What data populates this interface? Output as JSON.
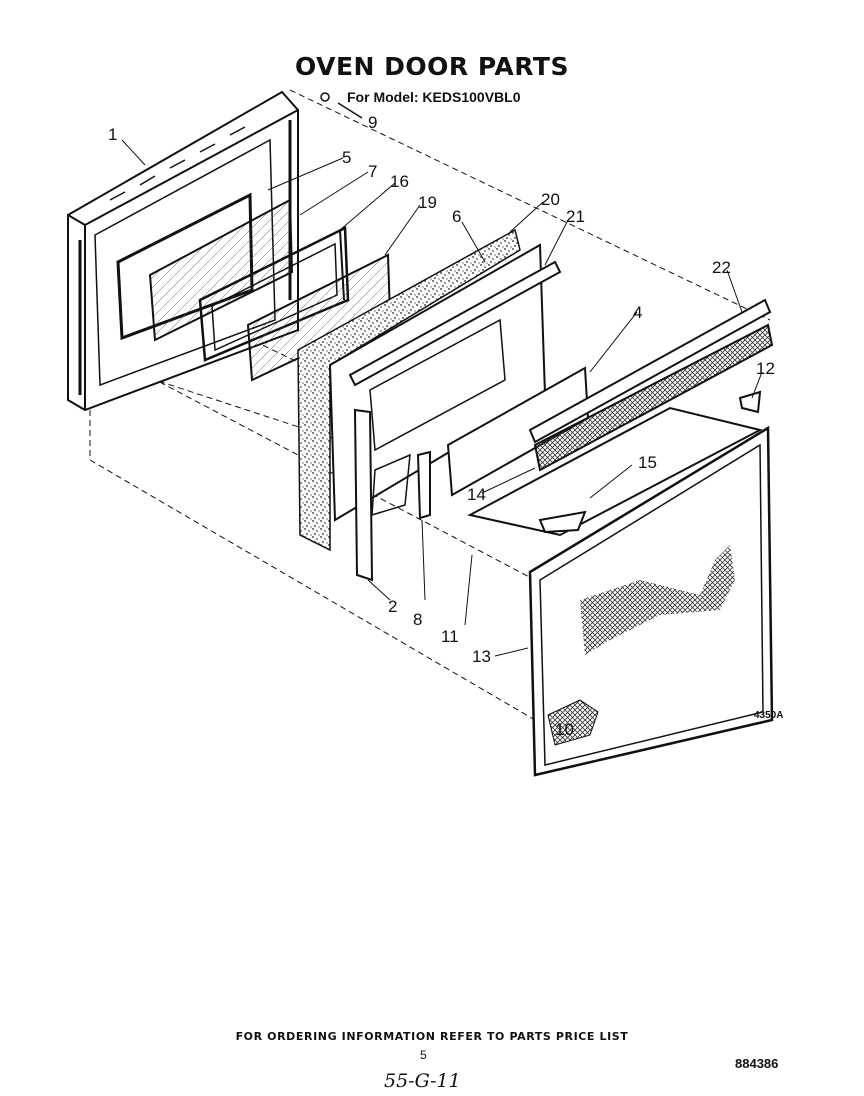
{
  "header": {
    "title": "OVEN DOOR PARTS",
    "model_line": "For Model: KEDS100VBL0"
  },
  "callouts": {
    "c1": "1",
    "c2": "2",
    "c4": "4",
    "c5": "5",
    "c6": "6",
    "c7": "7",
    "c8": "8",
    "c9": "9",
    "c10": "10",
    "c11": "11",
    "c12": "12",
    "c13": "13",
    "c14": "14",
    "c15": "15",
    "c16": "16",
    "c19": "19",
    "c20": "20",
    "c21": "21",
    "c22": "22"
  },
  "diagram_code": "4350A",
  "footer": {
    "ordering_note": "FOR ORDERING INFORMATION REFER TO PARTS PRICE LIST",
    "page_number": "5",
    "document_number": "884386",
    "handwritten_note": "55-G-11"
  }
}
